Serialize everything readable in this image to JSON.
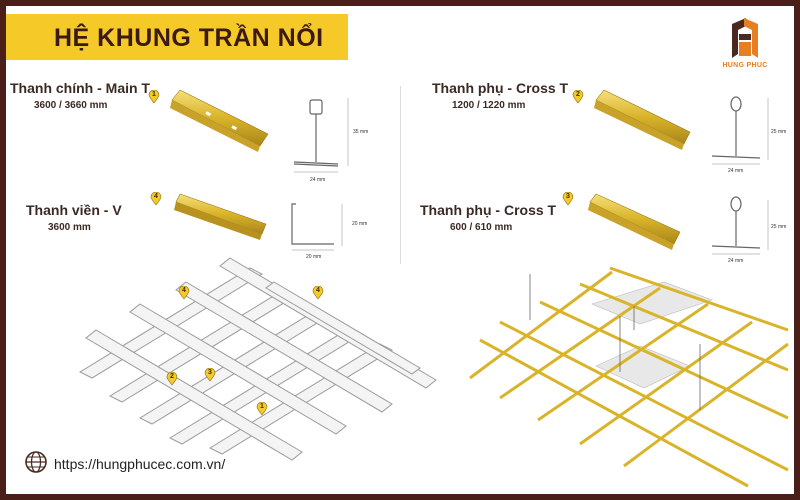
{
  "title": "HỆ KHUNG TRẦN NỔI",
  "brand": {
    "name": "HUNG PHUC"
  },
  "website": "https://hungphucec.com.vn/",
  "components": [
    {
      "number": "1",
      "name": "Thanh chính - Main T",
      "size": "3600 /   3660 mm",
      "profile_height": "35 mm",
      "profile_width": "24 mm"
    },
    {
      "number": "2",
      "name": "Thanh phụ - Cross T",
      "size": "1200 /   1220 mm",
      "profile_height": "25 mm",
      "profile_width": "24 mm"
    },
    {
      "number": "4",
      "name": "Thanh viền - V",
      "size": "3600 mm",
      "profile_height": "20 mm",
      "profile_width": "20 mm"
    },
    {
      "number": "3",
      "name": "Thanh phụ - Cross T",
      "size": "600 /   610 mm",
      "profile_height": "25 mm",
      "profile_width": "24 mm"
    }
  ],
  "grid_markers": [
    "4",
    "4",
    "2",
    "3",
    "1"
  ],
  "colors": {
    "accent": "#f5c928",
    "frame": "#4a1f1a",
    "gold": "#d9b42a",
    "brand": "#e67e22"
  }
}
